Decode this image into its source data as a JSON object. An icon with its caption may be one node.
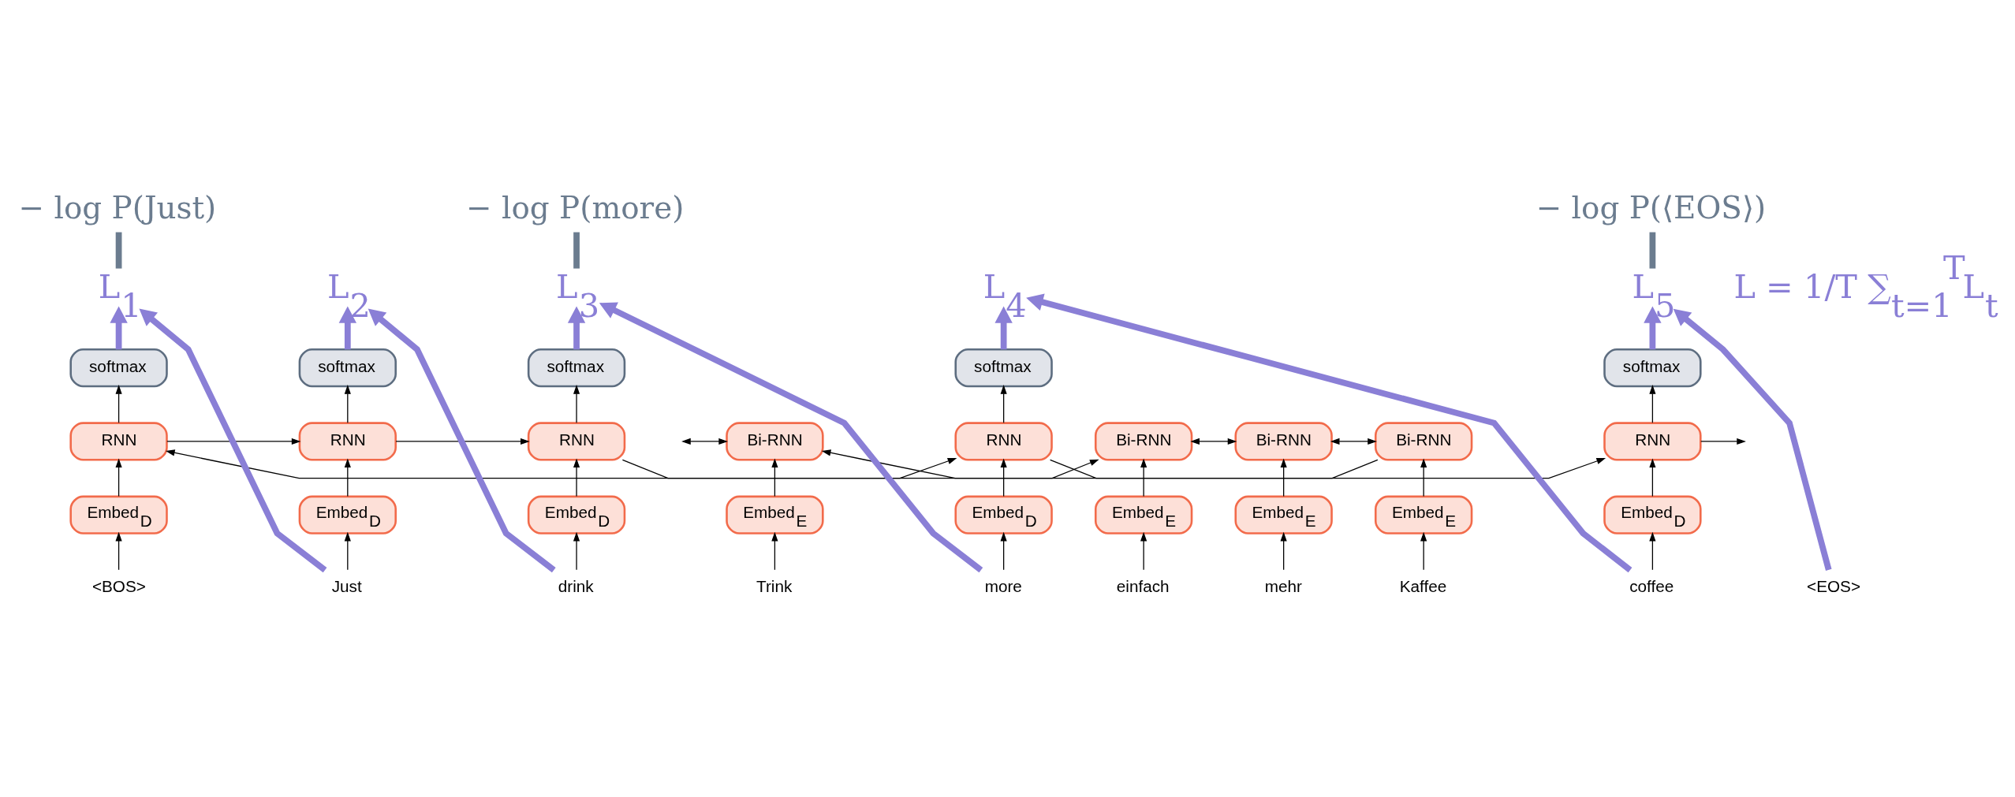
{
  "diagram": {
    "nodes": [
      {
        "text": [
          "− log P(Just)"
        ]
      },
      {
        "text": [
          "− log P(more)"
        ]
      },
      {
        "text": [
          "− log P(⟨EOS⟩)"
        ]
      },
      {
        "text": [
          "L$_{1}$"
        ]
      },
      {
        "text": [
          "L$_{2}$"
        ]
      },
      {
        "text": [
          "L$_{3}$"
        ]
      },
      {
        "text": [
          "L$_{4}$"
        ]
      },
      {
        "text": [
          "L$_{5}$"
        ]
      },
      {
        "text": [
          "softmax"
        ]
      },
      {
        "text": [
          "softmax"
        ]
      },
      {
        "text": [
          "softmax"
        ]
      },
      {
        "text": [
          "softmax"
        ]
      },
      {
        "text": [
          "softmax"
        ]
      },
      {
        "text": [
          "Bi-RNN"
        ]
      },
      {
        "text": [
          "Bi-RNN"
        ]
      },
      {
        "text": [
          "Bi-RNN"
        ]
      },
      {
        "text": [
          "Bi-RNN"
        ]
      },
      {
        "text": [
          "RNN"
        ]
      },
      {
        "text": [
          "RNN"
        ]
      },
      {
        "text": [
          "RNN"
        ]
      },
      {
        "text": [
          "RNN"
        ]
      },
      {
        "text": [
          "RNN"
        ]
      },
      {
        "text": [
          "Embed$_{E}$"
        ]
      },
      {
        "text": [
          "Embed$_{E}$"
        ]
      },
      {
        "text": [
          "Embed$_{E}$"
        ]
      },
      {
        "text": [
          "Embed$_{E}$"
        ]
      },
      {
        "text": [
          "Embed$_{D}$"
        ]
      },
      {
        "text": [
          "Embed$_{D}$"
        ]
      },
      {
        "text": [
          "Embed$_{D}$"
        ]
      },
      {
        "text": [
          "Embed$_{D}$"
        ]
      },
      {
        "text": [
          "Embed$_{D}$"
        ]
      },
      {
        "text": [
          "Trink"
        ]
      },
      {
        "text": [
          "einfach"
        ]
      },
      {
        "text": [
          "mehr"
        ]
      },
      {
        "text": [
          "Kaffee"
        ]
      },
      {
        "text": [
          "<BOS>"
        ]
      },
      {
        "text": [
          "Just"
        ]
      },
      {
        "text": [
          "drink"
        ]
      },
      {
        "text": [
          "more"
        ]
      },
      {
        "text": [
          "coffee"
        ]
      },
      {
        "text": [
          "<EOS>"
        ]
      }
    ],
    "edges": [
      {
        "from": 31,
        "to": 22,
        "arrow": "to"
      },
      {
        "from": 32,
        "to": 23,
        "arrow": "to"
      },
      {
        "from": 33,
        "to": 24,
        "arrow": "to"
      },
      {
        "from": 34,
        "to": 25,
        "arrow": "to"
      },
      {
        "from": 35,
        "to": 26,
        "arrow": "to"
      },
      {
        "from": 36,
        "to": 27,
        "arrow": "to"
      },
      {
        "from": 37,
        "to": 28,
        "arrow": "to"
      },
      {
        "from": 38,
        "to": 29,
        "arrow": "to"
      },
      {
        "from": 39,
        "to": 30,
        "arrow": "to"
      },
      {
        "from": 22,
        "to": 13,
        "arrow": "to"
      },
      {
        "from": 23,
        "to": 14,
        "arrow": "to"
      },
      {
        "from": 24,
        "to": 15,
        "arrow": "to"
      },
      {
        "from": 25,
        "to": 16,
        "arrow": "to"
      },
      {
        "from": 26,
        "to": 17,
        "arrow": "to"
      },
      {
        "from": 27,
        "to": 18,
        "arrow": "to"
      },
      {
        "from": 28,
        "to": 19,
        "arrow": "to"
      },
      {
        "from": 29,
        "to": 20,
        "arrow": "to"
      },
      {
        "from": 30,
        "to": 21,
        "arrow": "to"
      },
      {
        "from": null,
        "to": 13,
        "arrow": "both"
      },
      {
        "from": 13,
        "to": 14,
        "arrow": "both"
      },
      {
        "from": 14,
        "to": 15,
        "arrow": "both"
      },
      {
        "from": 15,
        "to": 16,
        "arrow": "both"
      },
      {
        "from": 16,
        "to": 17,
        "arrow": "to"
      },
      {
        "from": 17,
        "to": 18,
        "arrow": "to"
      },
      {
        "from": 18,
        "to": 19,
        "arrow": "to"
      },
      {
        "from": 19,
        "to": 20,
        "arrow": "to"
      },
      {
        "from": 20,
        "to": 21,
        "arrow": "to"
      },
      {
        "from": 21,
        "to": null,
        "arrow": "to"
      },
      {
        "from": 17,
        "to": 8,
        "arrow": "to"
      },
      {
        "from": 18,
        "to": 9,
        "arrow": "to"
      },
      {
        "from": 19,
        "to": 10,
        "arrow": "to"
      },
      {
        "from": 20,
        "to": 11,
        "arrow": "to"
      },
      {
        "from": 21,
        "to": 12,
        "arrow": "to"
      },
      {
        "from": 8,
        "to": 3,
        "arrow": "to",
        "style": "thick",
        "color": "#8a7fd6"
      },
      {
        "from": 9,
        "to": 4,
        "arrow": "to",
        "style": "thick",
        "color": "#8a7fd6"
      },
      {
        "from": 10,
        "to": 5,
        "arrow": "to",
        "style": "thick",
        "color": "#8a7fd6"
      },
      {
        "from": 11,
        "to": 6,
        "arrow": "to",
        "style": "thick",
        "color": "#8a7fd6"
      },
      {
        "from": 12,
        "to": 7,
        "arrow": "to",
        "style": "thick",
        "color": "#8a7fd6"
      },
      {
        "from": 36,
        "to": 3,
        "arrow": "to",
        "style": "thick",
        "color": "#8a7fd6"
      },
      {
        "from": 37,
        "to": 4,
        "arrow": "to",
        "style": "thick",
        "color": "#8a7fd6"
      },
      {
        "from": 38,
        "to": 5,
        "arrow": "to",
        "style": "thick",
        "color": "#8a7fd6"
      },
      {
        "from": 39,
        "to": 6,
        "arrow": "to",
        "style": "thick",
        "color": "#8a7fd6"
      },
      {
        "from": 40,
        "to": 7,
        "arrow": "to",
        "style": "thick",
        "color": "#8a7fd6"
      },
      {
        "from": 3,
        "to": 0,
        "arrow": "none",
        "style": "thick",
        "color": "#6b7c8f"
      },
      {
        "from": 5,
        "to": 1,
        "arrow": "none",
        "style": "thick",
        "color": "#6b7c8f"
      },
      {
        "from": 7,
        "to": 2,
        "arrow": "none",
        "style": "thick",
        "color": "#6b7c8f"
      }
    ],
    "labels": [
      "L = 1/T ∑$_{t=1}$$^{T}$L$_{t}$"
    ]
  }
}
